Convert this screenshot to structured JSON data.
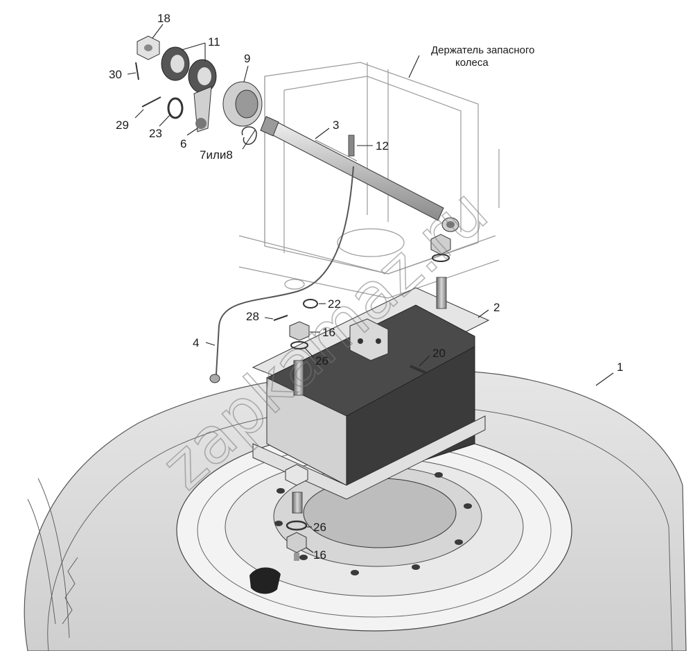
{
  "diagram": {
    "caption_line1": "Держатель запасного",
    "caption_line2": "колеса",
    "watermark": "zapkamaz.ru",
    "callouts": [
      {
        "id": "c18",
        "text": "18"
      },
      {
        "id": "c11",
        "text": "11"
      },
      {
        "id": "c9",
        "text": "9"
      },
      {
        "id": "c30",
        "text": "30"
      },
      {
        "id": "c29",
        "text": "29"
      },
      {
        "id": "c23",
        "text": "23"
      },
      {
        "id": "c6",
        "text": "6"
      },
      {
        "id": "c7or8",
        "text": "7или8"
      },
      {
        "id": "c3",
        "text": "3"
      },
      {
        "id": "c12",
        "text": "12"
      },
      {
        "id": "c22",
        "text": "22"
      },
      {
        "id": "c2",
        "text": "2"
      },
      {
        "id": "c28",
        "text": "28"
      },
      {
        "id": "c16a",
        "text": "16"
      },
      {
        "id": "c4",
        "text": "4"
      },
      {
        "id": "c26a",
        "text": "26"
      },
      {
        "id": "c20",
        "text": "20"
      },
      {
        "id": "c1",
        "text": "1"
      },
      {
        "id": "c26b",
        "text": "26"
      },
      {
        "id": "c16b",
        "text": "16"
      }
    ]
  }
}
